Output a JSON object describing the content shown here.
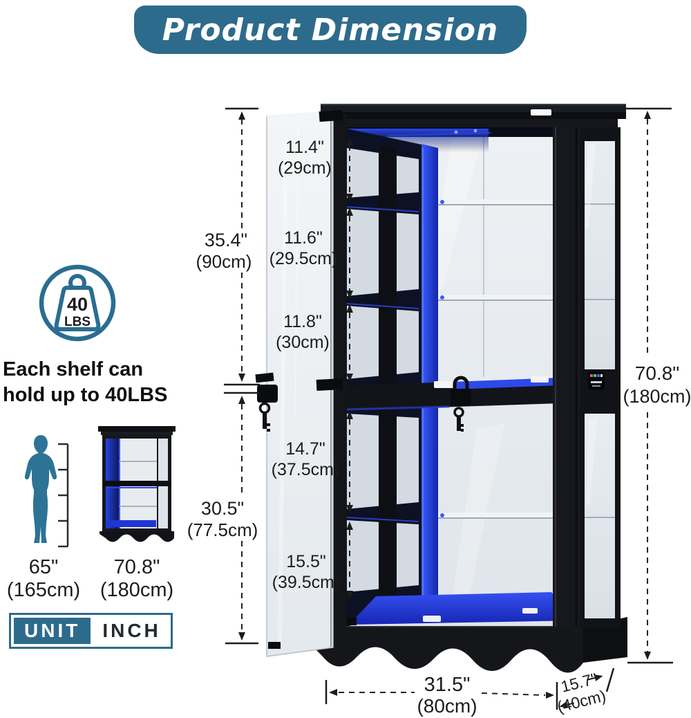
{
  "title": "Product Dimension",
  "shelf_capacity": {
    "icon_value": "40",
    "icon_unit": "LBS",
    "note_line1": "Each shelf can",
    "note_line2": "hold up to 40LBS"
  },
  "size_comparison": {
    "person_height_in": "65\"",
    "person_height_cm": "(165cm)",
    "cabinet_height_in": "70.8\"",
    "cabinet_height_cm": "(180cm)"
  },
  "unit_badge": {
    "label": "UNIT",
    "value": "INCH"
  },
  "dimensions": {
    "upper_section": {
      "in": "35.4\"",
      "cm": "(90cm)"
    },
    "lower_section": {
      "in": "30.5\"",
      "cm": "(77.5cm)"
    },
    "shelf_1": {
      "in": "11.4\"",
      "cm": "(29cm)"
    },
    "shelf_2": {
      "in": "11.6\"",
      "cm": "(29.5cm)"
    },
    "shelf_3": {
      "in": "11.8\"",
      "cm": "(30cm)"
    },
    "shelf_4": {
      "in": "14.7\"",
      "cm": "(37.5cm)"
    },
    "shelf_5": {
      "in": "15.5\"",
      "cm": "(39.5cm)"
    },
    "total_height": {
      "in": "70.8\"",
      "cm": "(180cm)"
    },
    "width": {
      "in": "31.5\"",
      "cm": "(80cm)"
    },
    "depth": {
      "in": "15.7\"",
      "cm": "(40cm)"
    }
  },
  "colors": {
    "accent_teal": "#2d6b8c",
    "led_blue": "#2d49e8",
    "cabinet_black": "#17181d"
  }
}
